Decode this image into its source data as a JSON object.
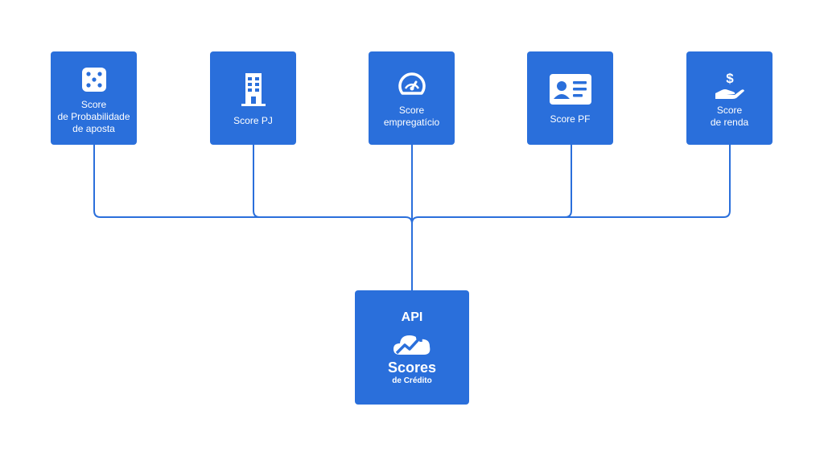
{
  "cards": [
    {
      "icon": "dice-icon",
      "label": "Score\nde Probabilidade\nde aposta"
    },
    {
      "icon": "building-icon",
      "label": "Score PJ"
    },
    {
      "icon": "gauge-icon",
      "label": "Score\nempregatício"
    },
    {
      "icon": "id-card-icon",
      "label": "Score PF"
    },
    {
      "icon": "hand-dollar-icon",
      "label": "Score\nde renda"
    }
  ],
  "api": {
    "title": "API",
    "icon": "cloud-chart-icon",
    "name": "Scores",
    "subtitle": "de Crédito"
  },
  "colors": {
    "box": "#2a6fdb",
    "line": "#2a6fdb",
    "text": "#ffffff"
  }
}
